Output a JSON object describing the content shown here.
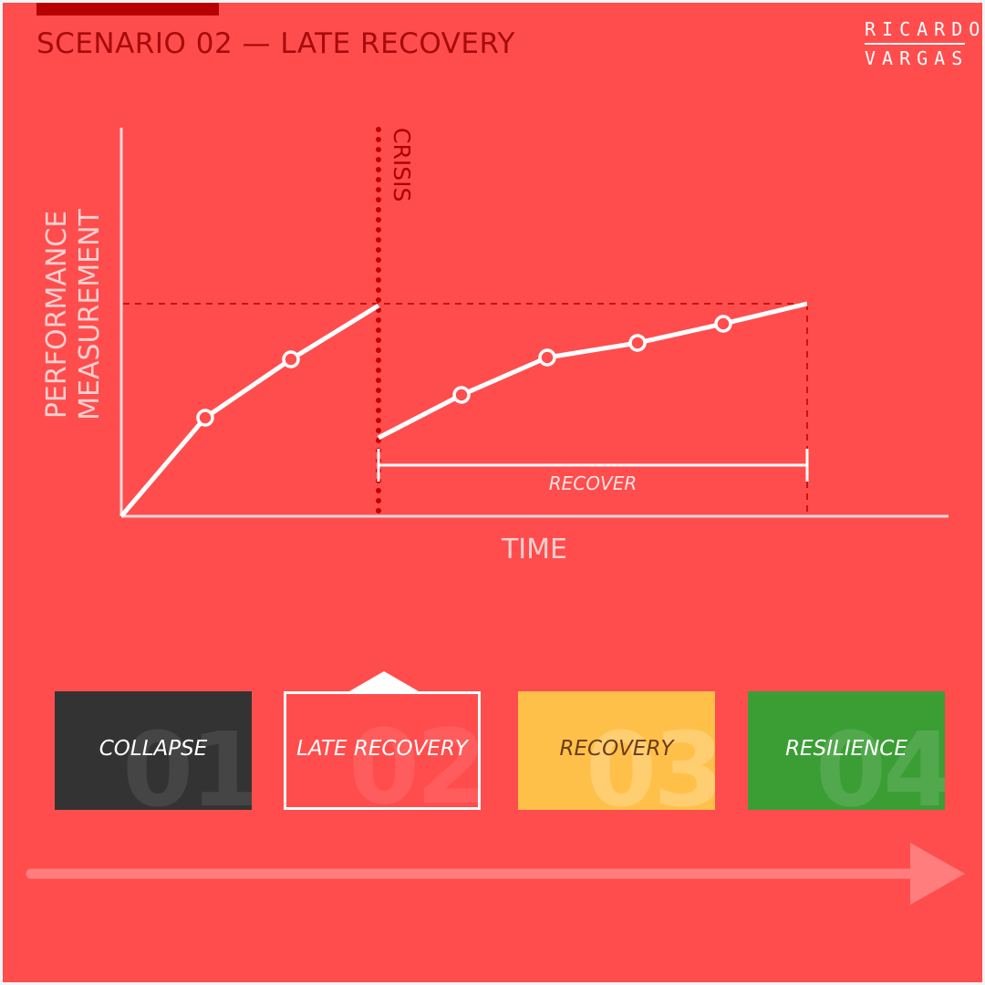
{
  "title": "SCENARIO 02 — LATE RECOVERY",
  "logo": {
    "line1": "RICARDO",
    "line2": "VARGAS"
  },
  "diagram": {
    "y_axis_label_line1": "PERFORMANCE",
    "y_axis_label_line2": "MEASUREMENT",
    "x_axis_label": "TIME",
    "crisis_label": "CRISIS",
    "recover_label": "RECOVER"
  },
  "scenarios": [
    {
      "number": "01",
      "label": "COLLAPSE",
      "color": "#333333",
      "selected": false
    },
    {
      "number": "02",
      "label": "LATE RECOVERY",
      "color": "#ff4d4d",
      "selected": true
    },
    {
      "number": "03",
      "label": "RECOVERY",
      "color": "#ffc04a",
      "selected": false
    },
    {
      "number": "04",
      "label": "RESILIENCE",
      "color": "#3b9e35",
      "selected": false
    }
  ],
  "colors": {
    "background": "#ff4d4d",
    "title": "#a80b0b",
    "crisis_line": "#c50000",
    "line": "#ffffff",
    "arrow": "#ff8a8a"
  }
}
